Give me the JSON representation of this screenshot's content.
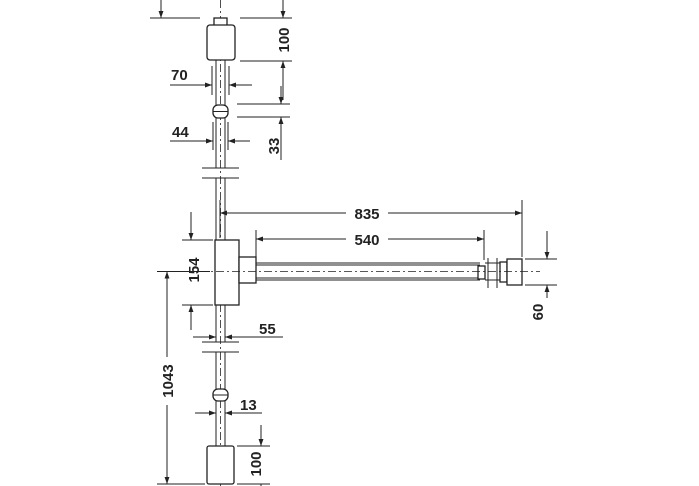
{
  "drawing": {
    "line_color": "#222222",
    "background": "#ffffff",
    "dimensions": {
      "top_height": "100",
      "width_70": "70",
      "width_44": "44",
      "height_33": "33",
      "arm_835": "835",
      "arm_540": "540",
      "block_154": "154",
      "rod_60": "60",
      "width_55": "55",
      "total_1043": "1043",
      "width_13": "13",
      "bottom_height": "100"
    }
  }
}
